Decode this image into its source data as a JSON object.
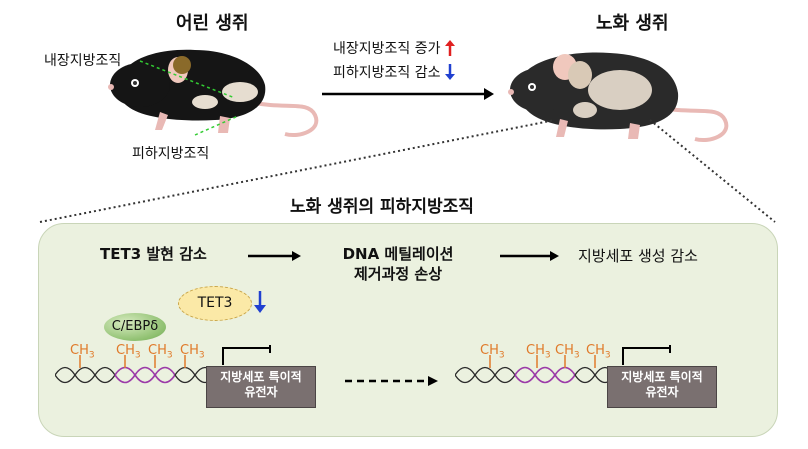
{
  "top": {
    "young_title": "어린 생쥐",
    "aged_title": "노화 생쥐",
    "visceral_fat_label": "내장지방조직",
    "subcutaneous_fat_label": "피하지방조직",
    "change_visceral": "내장지방조직 증가",
    "change_subcutaneous": "피하지방조직 감소",
    "up_icon": "red-up-arrow",
    "down_icon": "blue-down-arrow"
  },
  "panel": {
    "title": "노화 생쥐의 피하지방조직",
    "step1": "TET3 발현 감소",
    "step2_line1": "DNA 메틸레이션",
    "step2_line2": "제거과정 손상",
    "step3": "지방세포 생성 감소",
    "tet3_label": "TET3",
    "cebp_label": "C/EBPδ",
    "gene_label_line1": "지방세포 특이적",
    "gene_label_line2": "유전자",
    "methyl_label": "CH",
    "methyl_sub": "3"
  },
  "colors": {
    "panel_bg": "#ebf1df",
    "methyl": "#e07a2a",
    "dna_dark": "#2b2b2b",
    "dna_purple": "#9b3aa8",
    "up_arrow": "#e02020",
    "down_arrow": "#2040d0"
  }
}
